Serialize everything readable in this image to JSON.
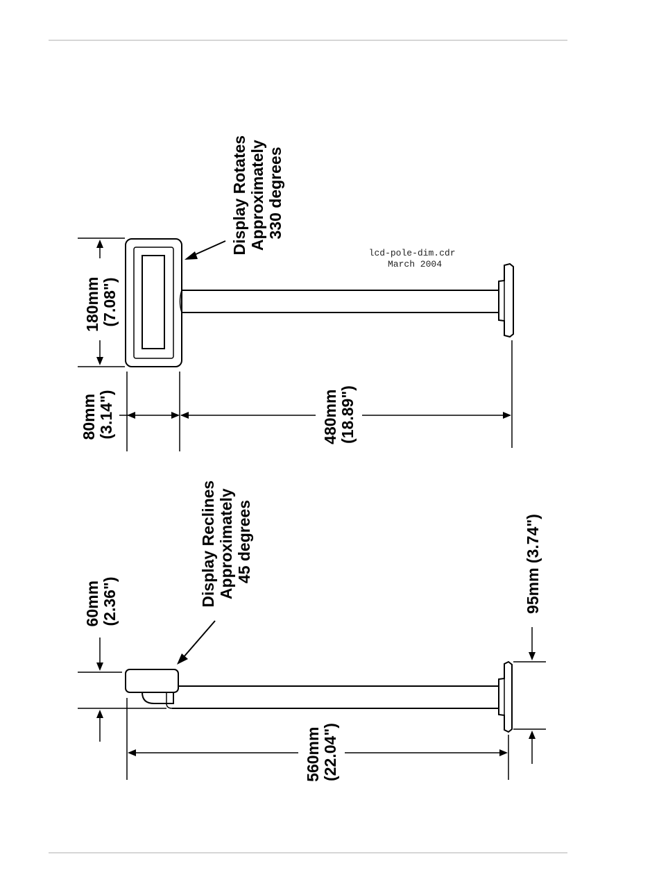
{
  "colors": {
    "ink": "#000000",
    "rule": "#c8c8c8",
    "paper": "#ffffff"
  },
  "front_view": {
    "height_label": [
      "180mm",
      "(7.08\")"
    ],
    "base_label": [
      "80mm",
      "(3.14\")"
    ],
    "pole_label": [
      "480mm",
      "(18.89\")"
    ],
    "rotate_note": [
      "Display Rotates",
      "Approximately",
      "330 degrees"
    ],
    "file_note": [
      "lcd-pole-dim.cdr",
      "March 2004"
    ]
  },
  "side_view": {
    "head_label": [
      "60mm",
      "(2.36\")"
    ],
    "recline_note": [
      "Display Reclines",
      "Approximately",
      "45 degrees"
    ],
    "total_label": [
      "560mm",
      "(22.04\")"
    ],
    "foot_label": "95mm (3.74\")"
  }
}
